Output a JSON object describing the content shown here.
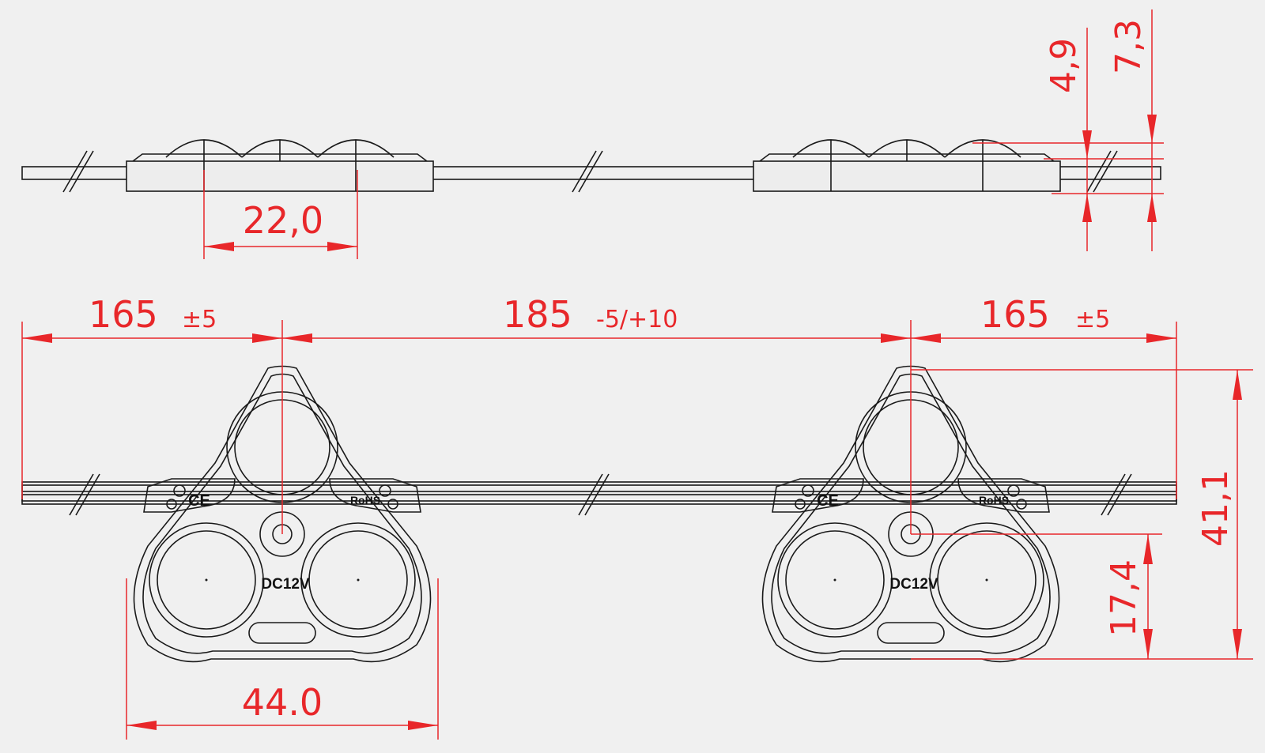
{
  "colors": {
    "background": "#f0f0f0",
    "dimension": "#e8272a",
    "outline": "#1a1a1a"
  },
  "dimensions": {
    "lens_pitch": "22,0",
    "lens_height": "4,9",
    "total_height": "7,3",
    "lead_left": "165",
    "lead_left_tol": "±5",
    "spacing": "185",
    "spacing_tol": "-5/+10",
    "lead_right": "165",
    "lead_right_tol": "±5",
    "module_height": "41,1",
    "hole_offset": "17,4",
    "module_width": "44.0"
  },
  "module_labels": {
    "voltage": "DC12V",
    "rohs": "RoHS",
    "ce": "CE"
  }
}
